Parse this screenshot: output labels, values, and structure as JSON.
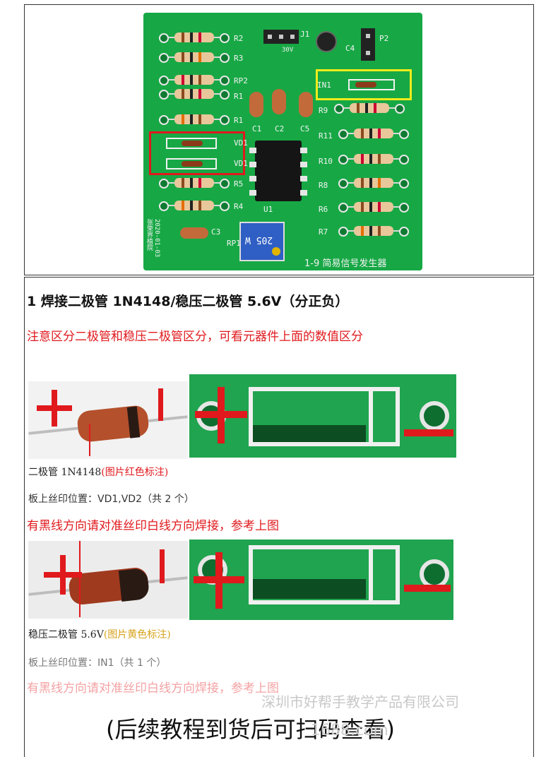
{
  "board": {
    "silkscreen_title": "1-9  简易信号发生器",
    "date_text": "2020-01-03",
    "maker_text": "张荣界植院",
    "labels": {
      "r2": "R2",
      "r3": "R3",
      "rp2": "RP2",
      "r1_top": "R1",
      "r1": "R1",
      "vd1": "VD1",
      "vd2": "VD1",
      "r5": "R5",
      "r4": "R4",
      "j1": "J1",
      "v30": "30V",
      "c4": "C4",
      "p2": "P2",
      "in1": "IN1",
      "r9": "R9",
      "r11": "R11",
      "r10": "R10",
      "r8": "R8",
      "r6": "R6",
      "r7": "R7",
      "c1": "C1",
      "c2": "C2",
      "c5": "C5",
      "u1": "U1",
      "c3": "C3",
      "rp1": "RP1",
      "pot_code": "205 W"
    }
  },
  "section": {
    "heading": "1 焊接二极管 1N4148/稳压二极管 5.6V（分正负）",
    "note": "注意区分二极管和稳压二极管区分，可看元器件上面的数值区分",
    "diode1": {
      "caption_main": "二极管 1N4148",
      "caption_mark": "(图片红色标注)",
      "position_text": "板上丝印位置：VD1,VD2（共 2 个）",
      "instruction": "有黑线方向请对准丝印白线方向焊接，参考上图"
    },
    "diode2": {
      "caption_main": "稳压二极管 5.6V",
      "caption_mark": "(图片黄色标注)",
      "position_text": "板上丝印位置：IN1（共 1 个）",
      "instruction": "有黑线方向请对准丝印白线方向焊接，参考上图"
    }
  },
  "footer": {
    "text": "(后续教程到货后可扫码查看)",
    "watermark": "深圳市好帮手教学产品有限公司",
    "watermark_url": "1688.com"
  },
  "colors": {
    "pcb_green": "#17a845",
    "mark_red": "#e0191d",
    "mark_yellow": "#f2ec1a"
  }
}
